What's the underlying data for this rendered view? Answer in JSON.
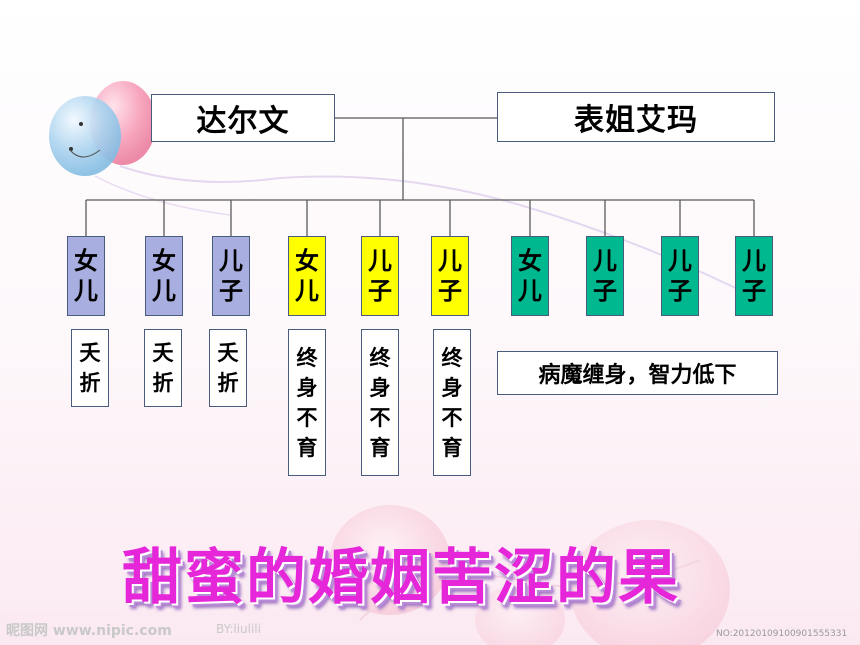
{
  "colors": {
    "lavender": "#a9aee0",
    "yellow": "#ffff00",
    "green": "#00b88f",
    "title": "#e626d9",
    "border": "#4a5c7e"
  },
  "parents": {
    "father": "达尔文",
    "mother": "表姐艾玛"
  },
  "children": [
    {
      "c1": "女",
      "c2": "儿",
      "color": "#a9aee0"
    },
    {
      "c1": "女",
      "c2": "儿",
      "color": "#a9aee0"
    },
    {
      "c1": "儿",
      "c2": "子",
      "color": "#a9aee0"
    },
    {
      "c1": "女",
      "c2": "儿",
      "color": "#ffff00"
    },
    {
      "c1": "儿",
      "c2": "子",
      "color": "#ffff00"
    },
    {
      "c1": "儿",
      "c2": "子",
      "color": "#ffff00"
    },
    {
      "c1": "女",
      "c2": "儿",
      "color": "#00b88f"
    },
    {
      "c1": "儿",
      "c2": "子",
      "color": "#00b88f"
    },
    {
      "c1": "儿",
      "c2": "子",
      "color": "#00b88f"
    },
    {
      "c1": "儿",
      "c2": "子",
      "color": "#00b88f"
    }
  ],
  "notes": {
    "early_death": [
      "夭",
      "折"
    ],
    "infertile": [
      "终",
      "身",
      "不",
      "育"
    ],
    "sick": "病魔缠身，智力低下"
  },
  "title": "甜蜜的婚姻苦涩的果",
  "watermark": {
    "left": "昵图网 www.nipic.com",
    "middle": "BY:liulili",
    "right": "NO:20120109100901555331"
  }
}
